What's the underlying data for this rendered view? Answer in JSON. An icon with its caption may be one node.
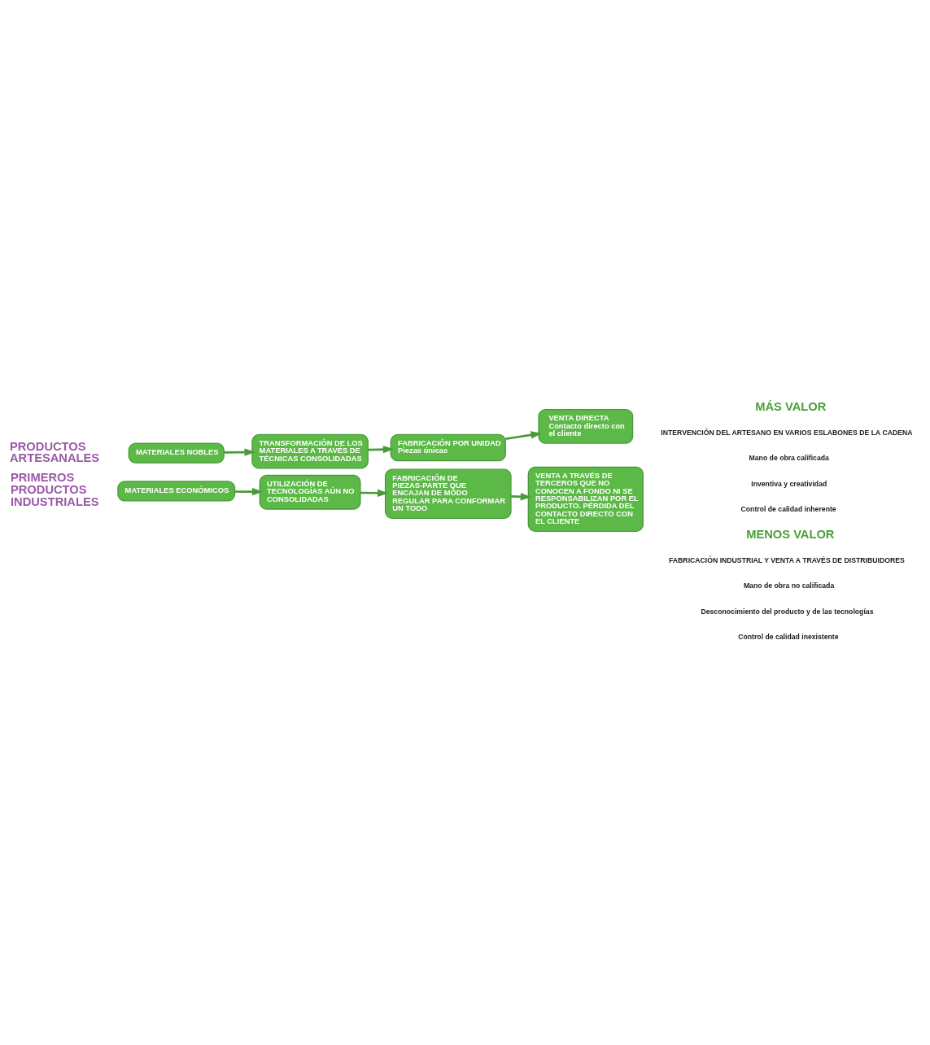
{
  "diagram": {
    "nodes": [
      {
        "text": [
          "MATERIALES NOBLES"
        ]
      },
      {
        "text": [
          "TRANSFORMACIÓN DE LOS MATERIALES A TRAVÉS DE TÉCNICAS CONSOLIDADAS"
        ]
      },
      {
        "text": [
          "FABRICACIÓN POR UNIDAD",
          "Piezas únicas"
        ]
      },
      {
        "text": [
          "VENTA DIRECTA",
          "Contacto directo con el cliente"
        ]
      },
      {
        "text": [
          "MATERIALES ECONÓMICOS"
        ]
      },
      {
        "text": [
          "UTILIZACIÓN DE TECNOLOGÍAS AÚN NO CONSOLIDADAS"
        ]
      },
      {
        "text": [
          "FABRICACIÓN DE PIEZAS-PARTE QUE ENCAJAN DE MODO REGULAR PARA CONFORMAR UN TODO"
        ]
      },
      {
        "text": [
          "VENTA A TRAVÉS DE TERCEROS QUE NO CONOCEN A FONDO NI SE RESPONSABILIZAN POR EL PRODUCTO. PÉRDIDA DEL CONTACTO DIRECTO CON EL CLIENTE"
        ]
      }
    ],
    "edges": [
      {
        "from": 0,
        "to": 1,
        "arrow": "to"
      },
      {
        "from": 1,
        "to": 2,
        "arrow": "to"
      },
      {
        "from": 2,
        "to": 3,
        "arrow": "to"
      },
      {
        "from": 4,
        "to": 5,
        "arrow": "to"
      },
      {
        "from": 5,
        "to": 6,
        "arrow": "to"
      },
      {
        "from": 6,
        "to": 7,
        "arrow": "to"
      }
    ],
    "labels": [
      "PRODUCTOS ARTESANALES",
      "MÁS VALOR",
      "INTERVENCIÓN DEL ARTESANO EN VARIOS ESLABONES DE LA CADENA",
      "Mano de obra calificada",
      "Inventiva y creatividad",
      "Control de calidad inherente",
      "MENOS VALOR",
      "FABRICACIÓN INDUSTRIAL Y VENTA A TRAVÉS DE DISTRIBUIDORES",
      "Mano de obra no calificada",
      "Desconocimiento del producto y de las tecnologías",
      "Control de calidad inexistente",
      "PRIMEROS PRODUCTOS INDUSTRIALES"
    ]
  }
}
